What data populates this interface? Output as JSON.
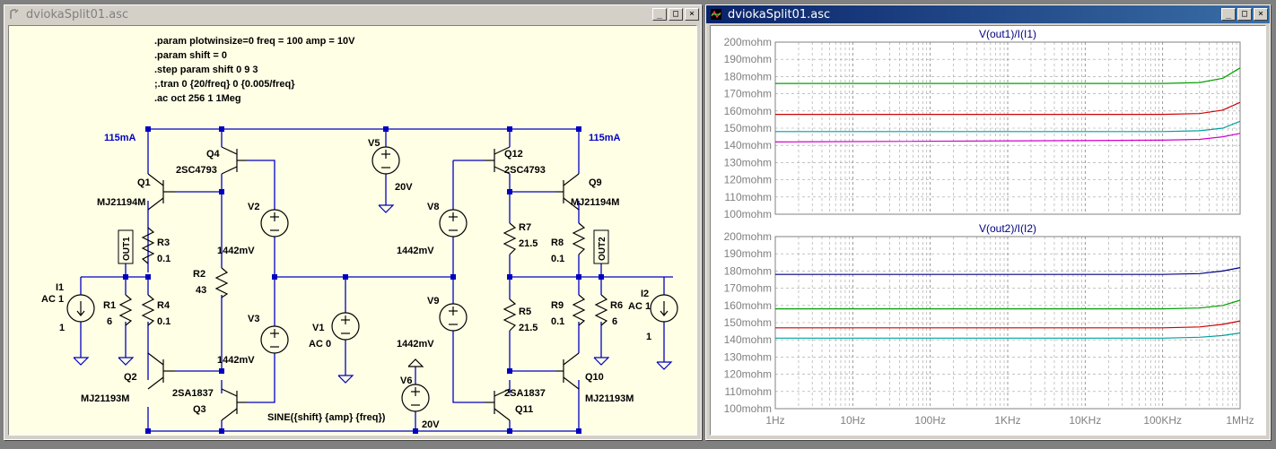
{
  "schematic_window": {
    "title": "dviokaSplit01.asc",
    "directives": [
      ".param plotwinsize=0 freq = 100 amp = 10V",
      ".param shift = 0",
      ".step param shift 0 9 3",
      ";.tran 0 {20/freq} 0 {0.005/freq}",
      ".ac oct 256 1 1Meg"
    ],
    "labels": {
      "cur_left": "115mA",
      "cur_right": "115mA",
      "q1": "Q1",
      "q1_model": "MJ21194M",
      "q4": "Q4",
      "q4_model": "2SC4793",
      "q2": "Q2",
      "q2_model": "MJ21193M",
      "q3": "Q3",
      "q3_model": "2SA1837",
      "q12": "Q12",
      "q12_model": "2SC4793",
      "q9": "Q9",
      "q9_model": "MJ21194M",
      "q11": "Q11",
      "q11_model": "2SA1837",
      "q10": "Q10",
      "q10_model": "MJ21193M",
      "v5": "V5",
      "v5_val": "20V",
      "v6": "V6",
      "v6_val": "20V",
      "v2": "V2",
      "v2_val": "1442mV",
      "v3": "V3",
      "v3_val": "1442mV",
      "v8": "V8",
      "v8_val": "1442mV",
      "v9": "V9",
      "v9_val": "1442mV",
      "v1": "V1",
      "v1_val": "AC 0",
      "r3": "R3",
      "r3_val": "0.1",
      "r4": "R4",
      "r4_val": "0.1",
      "r1": "R1",
      "r1_val": "6",
      "r2": "R2",
      "r2_val": "43",
      "r7": "R7",
      "r7_val": "21.5",
      "r5": "R5",
      "r5_val": "21.5",
      "r8": "R8",
      "r8_val": "0.1",
      "r9": "R9",
      "r9_val": "0.1",
      "r6": "R6",
      "r6_val": "6",
      "i1": "I1",
      "i1_ac": "AC 1",
      "i1_val": "1",
      "i2": "I2",
      "i2_ac": "AC 1",
      "i2_val": "1",
      "out1": "OUT1",
      "out2": "OUT2",
      "sine": "SINE({shift} {amp} {freq})"
    }
  },
  "plot_window": {
    "title": "dviokaSplit01.asc",
    "colors": {
      "trace_green": "#00a000",
      "trace_red": "#d00000",
      "trace_cyan": "#00a0a0",
      "trace_magenta": "#d000d0",
      "trace_blue": "#000080"
    },
    "chart_data": [
      {
        "type": "line",
        "title": "V(out1)/I(I1)",
        "xscale": "log",
        "xlim": [
          "1Hz",
          "1MHz"
        ],
        "ylim": [
          100,
          200
        ],
        "y_unit": "mohm",
        "y_ticks": [
          "200mohm",
          "190mohm",
          "180mohm",
          "170mohm",
          "160mohm",
          "150mohm",
          "140mohm",
          "130mohm",
          "120mohm",
          "110mohm",
          "100mohm"
        ],
        "grid": true,
        "series": [
          {
            "color": "#00a000",
            "points": [
              [
                1,
                176
              ],
              [
                100000,
                176
              ],
              [
                300000,
                176.5
              ],
              [
                600000,
                179
              ],
              [
                1000000,
                185
              ]
            ]
          },
          {
            "color": "#d00000",
            "points": [
              [
                1,
                158
              ],
              [
                100000,
                158
              ],
              [
                300000,
                158.5
              ],
              [
                600000,
                160.5
              ],
              [
                1000000,
                165
              ]
            ]
          },
          {
            "color": "#00a0a0",
            "points": [
              [
                1,
                148
              ],
              [
                100000,
                148
              ],
              [
                300000,
                148.5
              ],
              [
                600000,
                150
              ],
              [
                1000000,
                154
              ]
            ]
          },
          {
            "color": "#d000d0",
            "points": [
              [
                1,
                142
              ],
              [
                100000,
                143
              ],
              [
                300000,
                143.5
              ],
              [
                600000,
                145
              ],
              [
                1000000,
                147
              ]
            ]
          }
        ]
      },
      {
        "type": "line",
        "title": "V(out2)/I(I2)",
        "xscale": "log",
        "xlim": [
          "1Hz",
          "1MHz"
        ],
        "ylim": [
          100,
          200
        ],
        "y_unit": "mohm",
        "y_ticks": [
          "200mohm",
          "190mohm",
          "180mohm",
          "170mohm",
          "160mohm",
          "150mohm",
          "140mohm",
          "130mohm",
          "120mohm",
          "110mohm",
          "100mohm"
        ],
        "x_ticks": [
          "1Hz",
          "10Hz",
          "100Hz",
          "1KHz",
          "10KHz",
          "100KHz",
          "1MHz"
        ],
        "grid": true,
        "series": [
          {
            "color": "#000080",
            "points": [
              [
                1,
                178
              ],
              [
                100000,
                178
              ],
              [
                300000,
                178.5
              ],
              [
                600000,
                180
              ],
              [
                1000000,
                182
              ]
            ]
          },
          {
            "color": "#00a000",
            "points": [
              [
                1,
                158
              ],
              [
                100000,
                158
              ],
              [
                300000,
                158.5
              ],
              [
                600000,
                160
              ],
              [
                1000000,
                163
              ]
            ]
          },
          {
            "color": "#d00000",
            "points": [
              [
                1,
                147
              ],
              [
                100000,
                147
              ],
              [
                300000,
                147.5
              ],
              [
                600000,
                149
              ],
              [
                1000000,
                151
              ]
            ]
          },
          {
            "color": "#00a0a0",
            "points": [
              [
                1,
                141
              ],
              [
                100000,
                141
              ],
              [
                300000,
                141.5
              ],
              [
                600000,
                142.5
              ],
              [
                1000000,
                144
              ]
            ]
          }
        ]
      }
    ]
  }
}
